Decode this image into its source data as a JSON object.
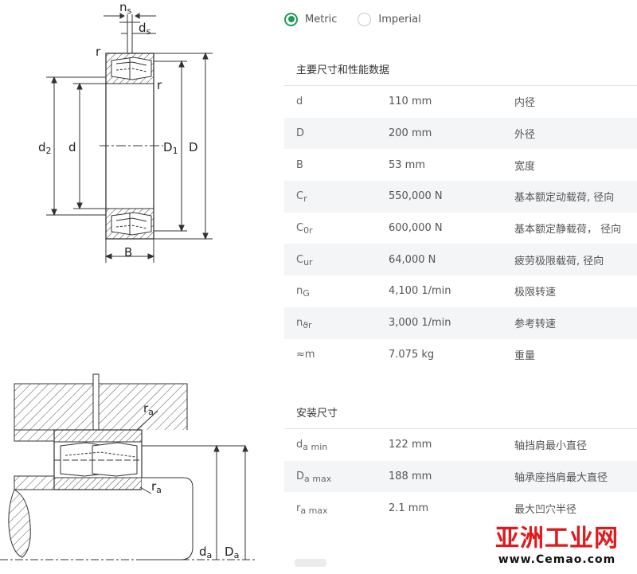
{
  "units": {
    "metric_label": "Metric",
    "imperial_label": "Imperial",
    "selected": "Metric"
  },
  "drawing_labels": {
    "ns": "n",
    "ns_sub": "s",
    "ds": "d",
    "ds_sub": "s",
    "r_top": "r",
    "r_right": "r",
    "d2": "d",
    "d2_sub": "2",
    "d": "d",
    "D1": "D",
    "D1_sub": "1",
    "D": "D",
    "B": "B",
    "ra_top": "r",
    "ra_top_sub": "a",
    "ra_bottom": "r",
    "ra_bottom_sub": "a",
    "da": "d",
    "da_sub": "a",
    "Da": "D",
    "Da_sub": "a"
  },
  "main_section": {
    "title": "主要尺寸和性能数据",
    "rows": [
      {
        "sym": "d",
        "sub": "",
        "value": "110 mm",
        "desc": "内径"
      },
      {
        "sym": "D",
        "sub": "",
        "value": "200 mm",
        "desc": "外径"
      },
      {
        "sym": "B",
        "sub": "",
        "value": "53 mm",
        "desc": "宽度"
      },
      {
        "sym": "C",
        "sub": "r",
        "value": "550,000 N",
        "desc": "基本额定动载荷, 径向"
      },
      {
        "sym": "C",
        "sub": "0r",
        "value": "600,000 N",
        "desc": "基本额定静载荷， 径向"
      },
      {
        "sym": "C",
        "sub": "ur",
        "value": "64,000 N",
        "desc": "疲劳极限载荷, 径向"
      },
      {
        "sym": "n",
        "sub": "G",
        "value": "4,100 1/min",
        "desc": "极限转速"
      },
      {
        "sym": "n",
        "sub": "ϑr",
        "value": "3,000 1/min",
        "desc": "参考转速"
      },
      {
        "sym": "≈m",
        "sub": "",
        "value": "7.075 kg",
        "desc": "重量"
      }
    ]
  },
  "mount_section": {
    "title": "安装尺寸",
    "rows": [
      {
        "sym": "d",
        "sub": "a min",
        "value": "122 mm",
        "desc": "轴挡肩最小直径"
      },
      {
        "sym": "D",
        "sub": "a max",
        "value": "188 mm",
        "desc": "轴承座挡肩最大直径"
      },
      {
        "sym": "r",
        "sub": "a max",
        "value": "2.1 mm",
        "desc": "最大凹穴半径"
      }
    ]
  },
  "brand": {
    "cn": "亚洲工业网",
    "en": "www.Cemao.com",
    "color": "#e0191c"
  },
  "colors": {
    "accent": "#1f9a5a",
    "row_alt": "#f3f5f6"
  }
}
